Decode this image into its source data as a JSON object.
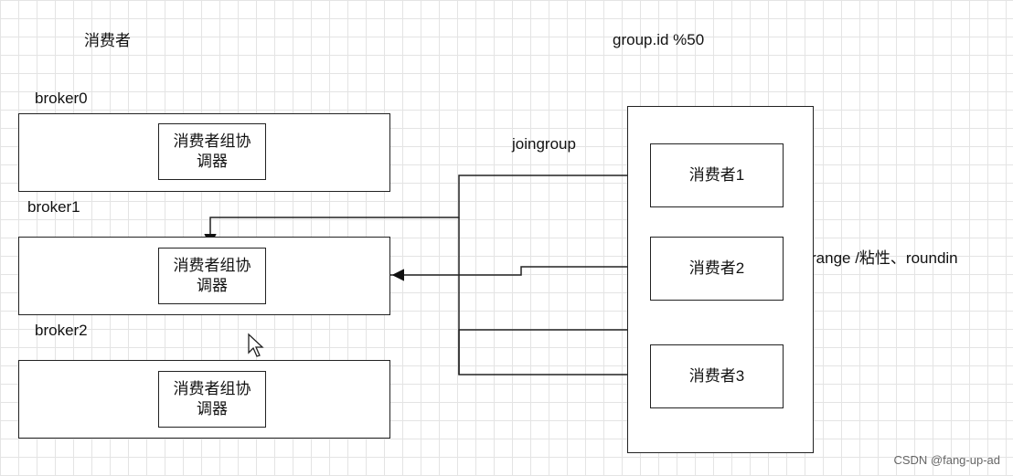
{
  "consumer_title": "消费者",
  "group_label": "group.id %50",
  "join_label": "joingroup",
  "strategy_label": "range /粘性、roundin",
  "brokers": [
    {
      "name": "broker0",
      "coordinator": "消费者组协调器"
    },
    {
      "name": "broker1",
      "coordinator": "消费者组协调器"
    },
    {
      "name": "broker2",
      "coordinator": "消费者组协调器"
    }
  ],
  "consumers": [
    "消费者1",
    "消费者2",
    "消费者3"
  ],
  "watermark": "CSDN @fang-up-ad",
  "colors": {
    "line": "#222222",
    "grid": "#e4e4e4"
  }
}
